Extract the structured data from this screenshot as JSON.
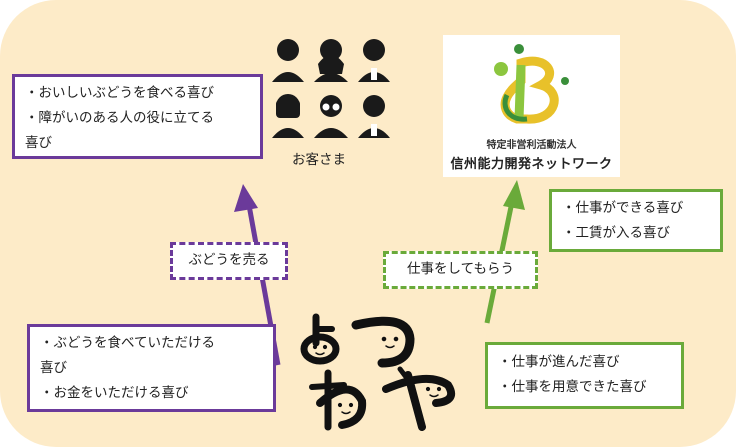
{
  "customer": {
    "label": "お客さま",
    "joys": [
      "・おいしいぶどうを食べる喜び",
      "・障がいのある人の役に立てる",
      "喜び"
    ]
  },
  "npo": {
    "subtitle": "特定非営利活動法人",
    "name": "信州能力開発ネットワーク",
    "joys": [
      "・仕事ができる喜び",
      "・工賃が入る喜び"
    ]
  },
  "yotsuya": {
    "logo_text": "よつわや",
    "customer_side_joys": [
      "・ぶどうを食べていただける",
      "喜び",
      "・お金をいただける喜び"
    ],
    "npo_side_joys": [
      "・仕事が進んだ喜び",
      "・仕事を用意できた喜び"
    ]
  },
  "arrows": {
    "to_customer": "ぶどうを売る",
    "to_npo": "仕事をしてもらう"
  },
  "colors": {
    "background": "#fdebc8",
    "purple": "#6b3a9a",
    "green": "#6aaa3a"
  }
}
